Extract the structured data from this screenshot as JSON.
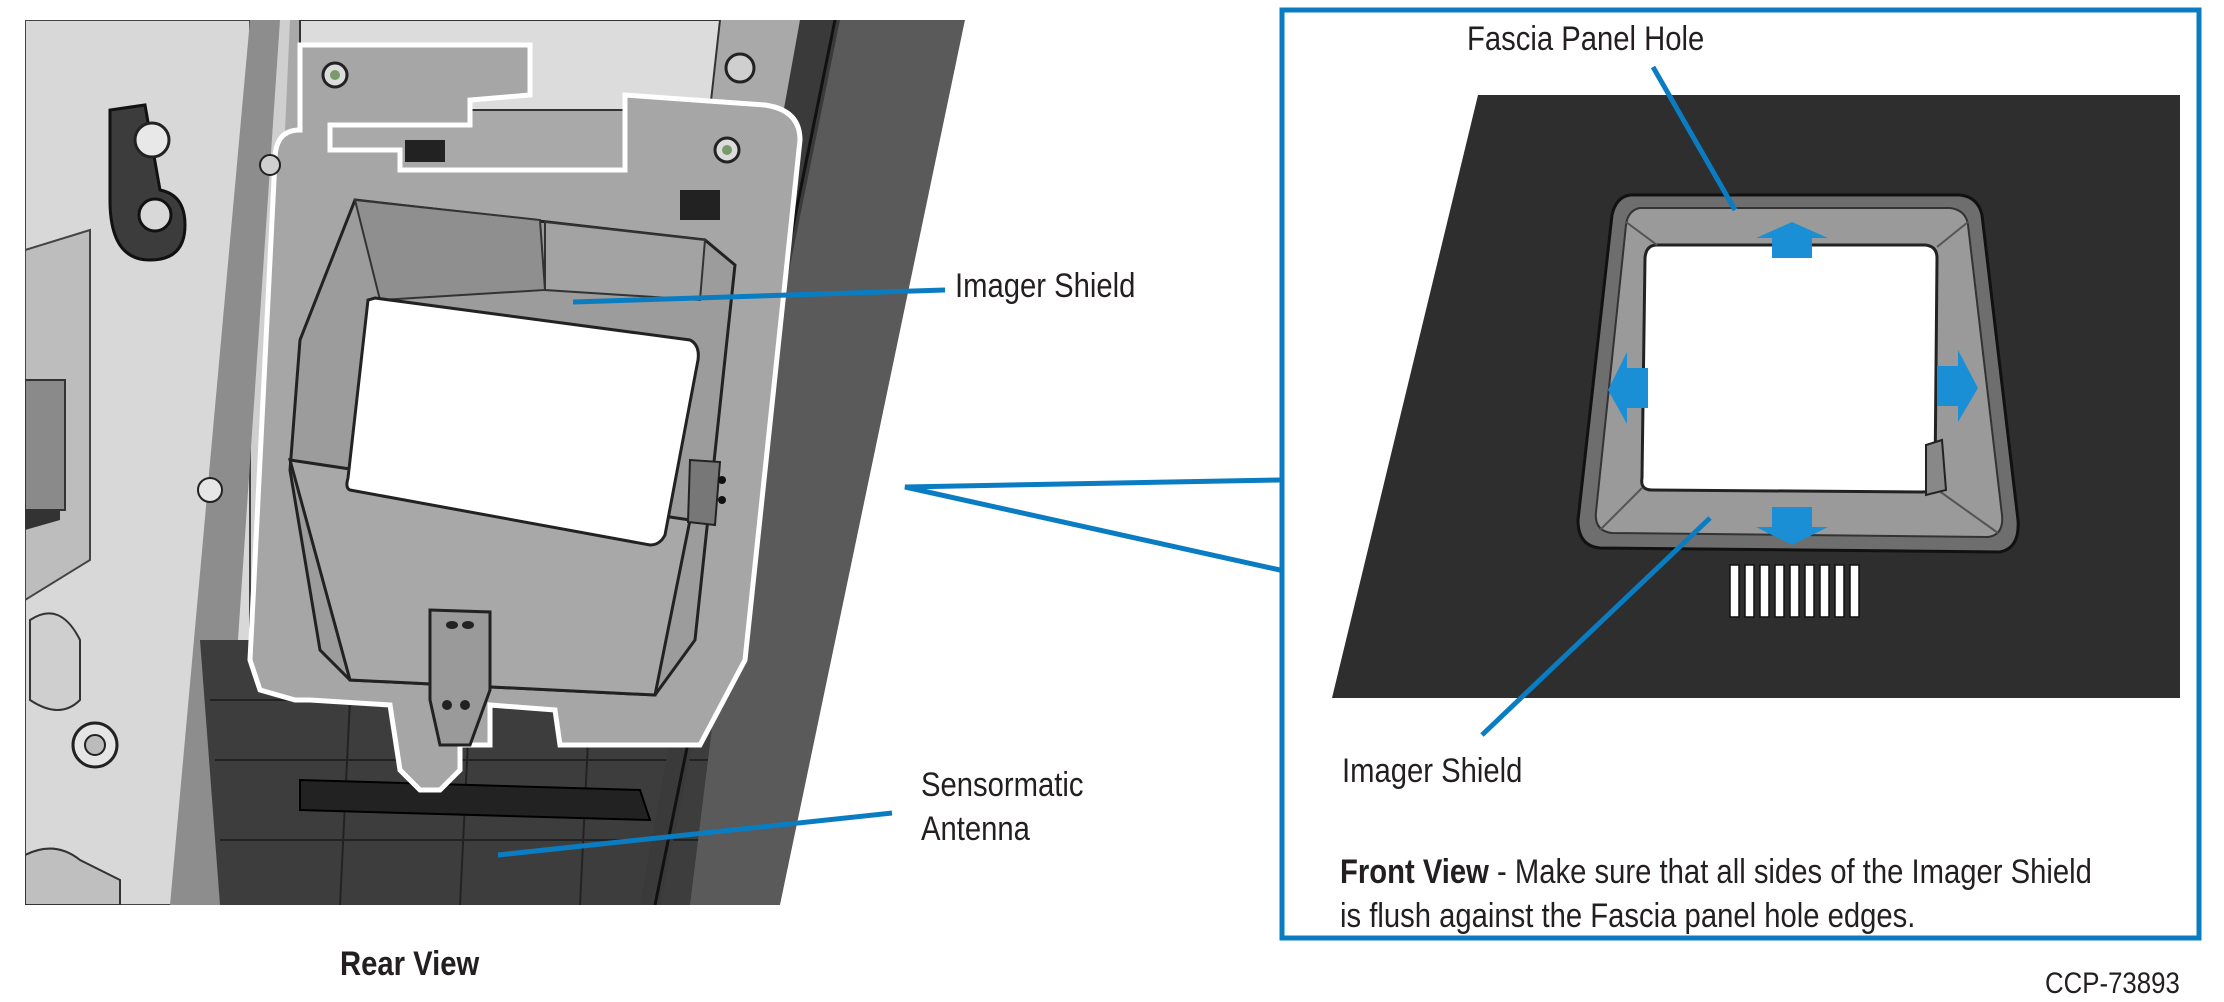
{
  "callouts": {
    "rear_imager_shield": "Imager Shield",
    "sensormatic_line1": "Sensormatic",
    "sensormatic_line2": "Antenna",
    "fascia_panel_hole": "Fascia Panel Hole",
    "front_imager_shield": "Imager Shield"
  },
  "captions": {
    "rear_view": "Rear View",
    "front_view_title": "Front View",
    "front_view_text_1": " - Make sure that all sides of the Imager Shield",
    "front_view_text_2": "is flush against the Fascia panel hole edges."
  },
  "figure_id": "CCP-73893",
  "colors": {
    "callout_blue": "#0a7dc2",
    "arrow_blue": "#1b8fd6",
    "panel_black": "#2e2e2e",
    "shield_gray": "#9a9a9a",
    "text": "#231f20"
  }
}
